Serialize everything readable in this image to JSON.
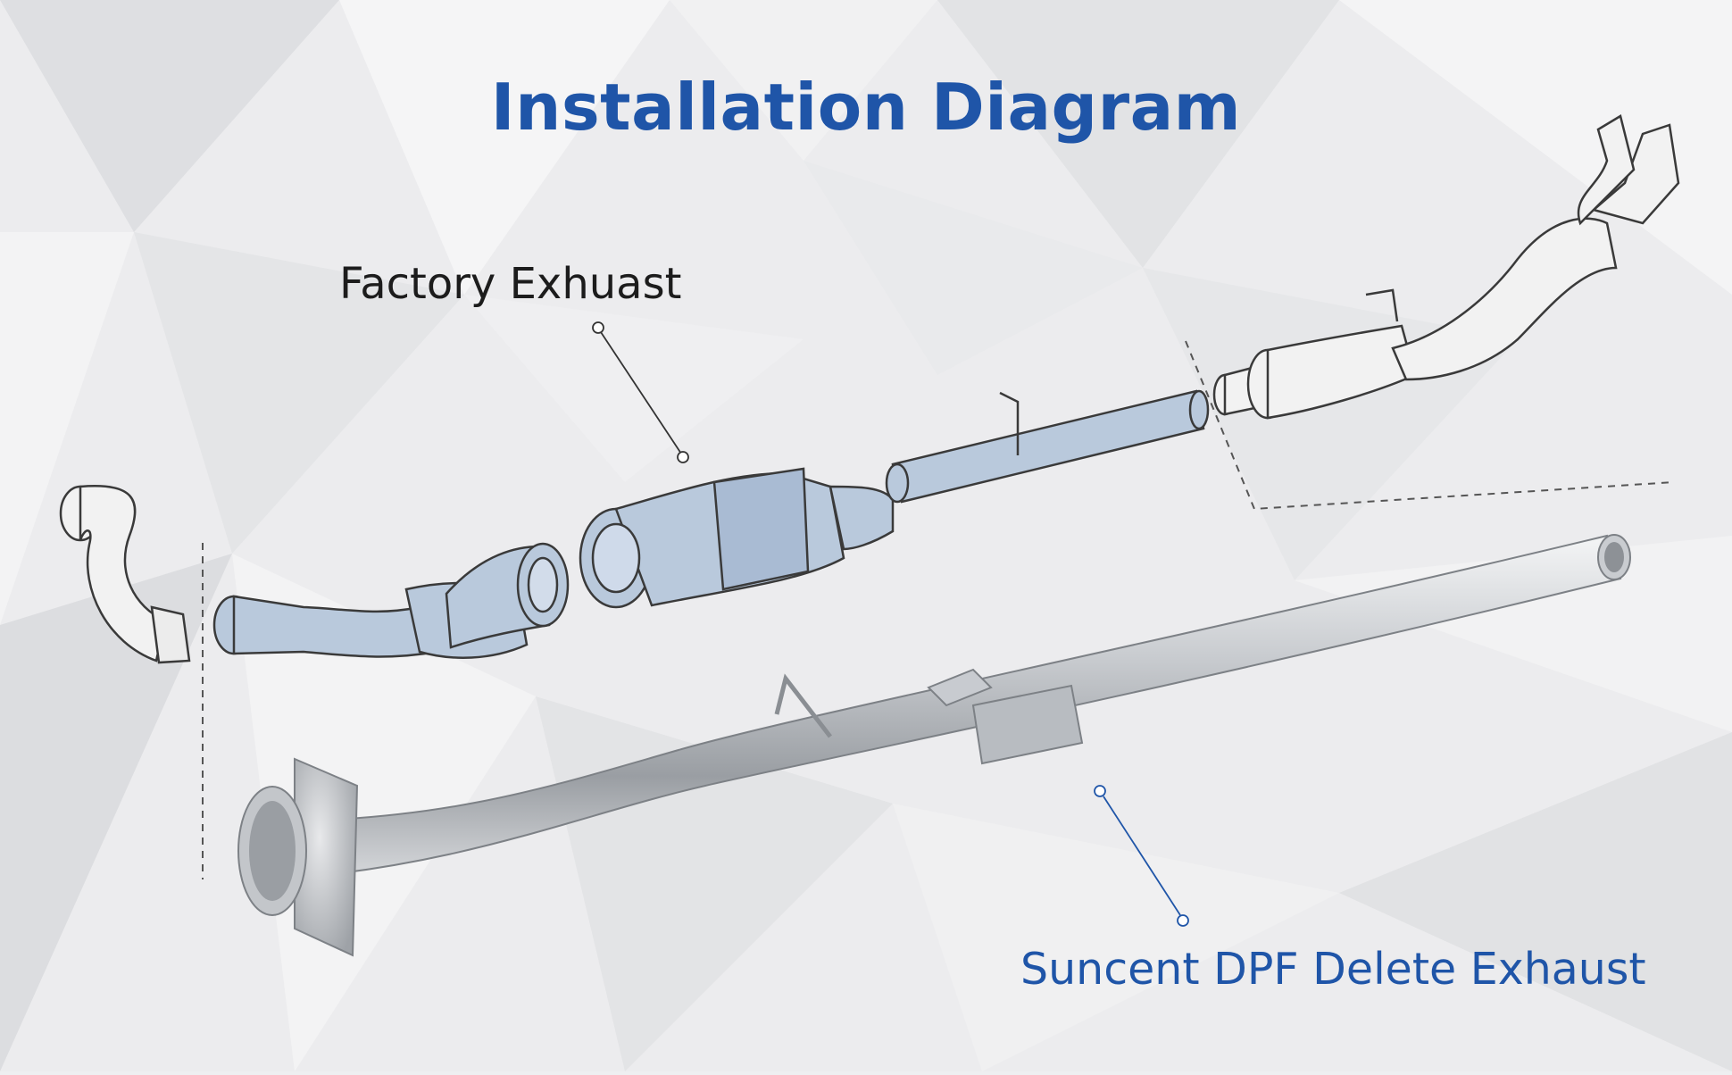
{
  "title": "Installation Diagram",
  "callouts": {
    "factory": "Factory Exhuast",
    "suncent": "Suncent DPF Delete Exhaust"
  },
  "colors": {
    "title": "#1f55a8",
    "factory_text": "#1c1c1c",
    "suncent_text": "#1f55a8",
    "factory_part_fill": "#b9c9dc",
    "part_outline": "#3a3a3a",
    "steel_light": "#e6e8ea",
    "steel_dark": "#8c9096"
  },
  "parts": {
    "factory_exhaust": [
      "downpipe",
      "front-pipe",
      "catalytic-converter",
      "dpf-filter",
      "mid-pipe"
    ],
    "rear": [
      "muffler",
      "tailpipe",
      "dual-tips"
    ],
    "replacement": [
      "suncent-delete-pipe"
    ]
  }
}
